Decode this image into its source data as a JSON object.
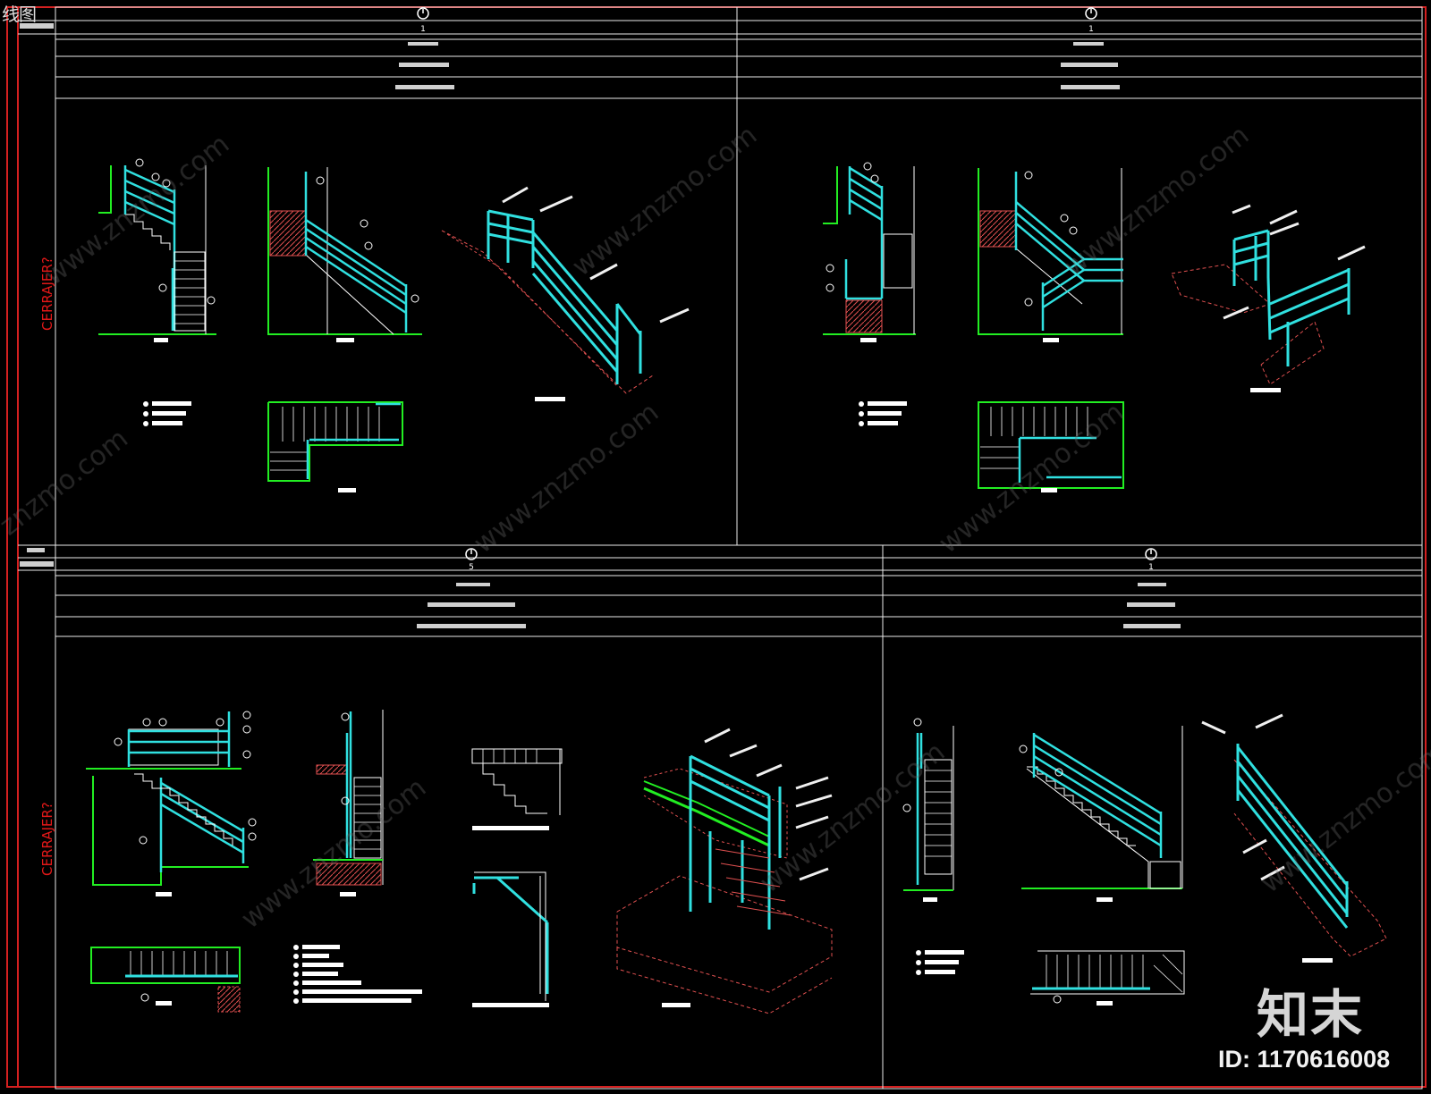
{
  "corner_title": "线图",
  "side_labels": [
    "CERRAJER?",
    "CERRAJER?"
  ],
  "panel_numbers": [
    "1",
    "1",
    "5",
    "1"
  ],
  "logo_text": "知末",
  "image_id": "ID: 1170616008",
  "colors": {
    "border": "#d42020",
    "frame": "#ffffff",
    "rail": "#30e0e0",
    "floor": "#22ee22",
    "hatch": "#e05050",
    "leader": "#f0f0f0"
  }
}
